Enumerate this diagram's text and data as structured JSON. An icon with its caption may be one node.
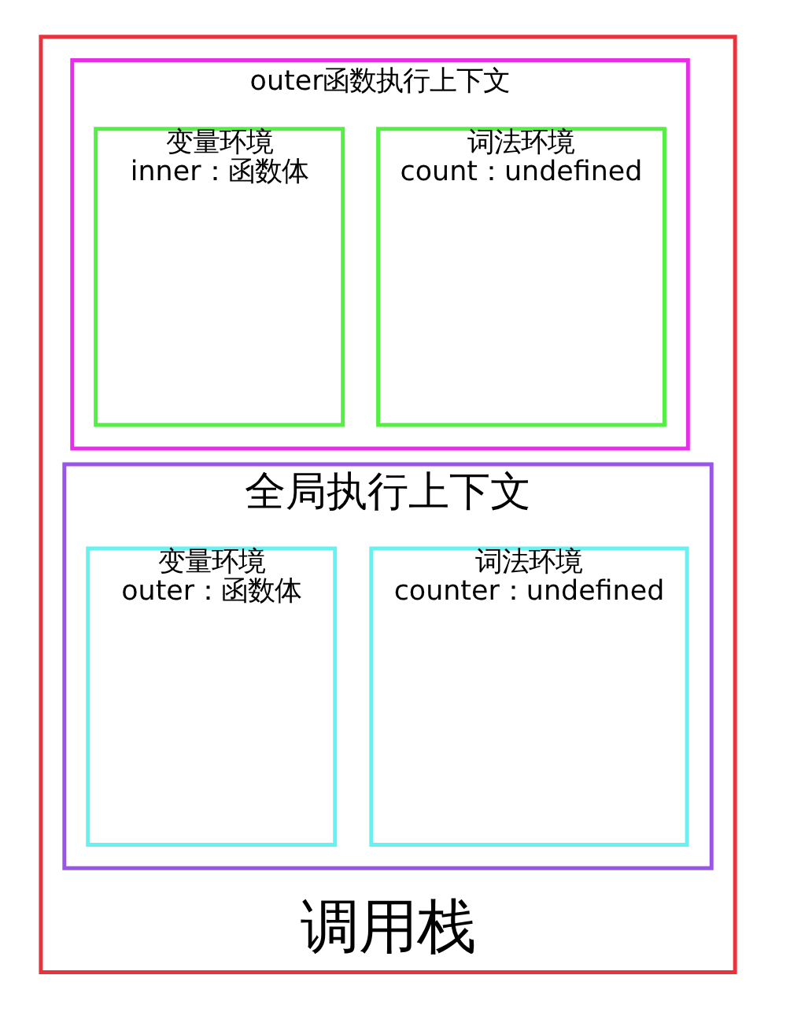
{
  "diagram": {
    "nodes": [
      {
        "text": [
          "调用栈"
        ]
      },
      {
        "text": [
          "outer函数执行上下文"
        ],
        "in": 0
      },
      {
        "text": [
          "变量环境",
          "inner：函数体"
        ],
        "in": 1
      },
      {
        "text": [
          "词法环境",
          "count：undefined"
        ],
        "in": 1
      },
      {
        "text": [
          "全局执行上下文"
        ],
        "in": 0
      },
      {
        "text": [
          "变量环境",
          "outer：函数体"
        ],
        "in": 4
      },
      {
        "text": [
          "词法环境",
          "counter：undefined"
        ],
        "in": 4
      }
    ],
    "edges": []
  }
}
